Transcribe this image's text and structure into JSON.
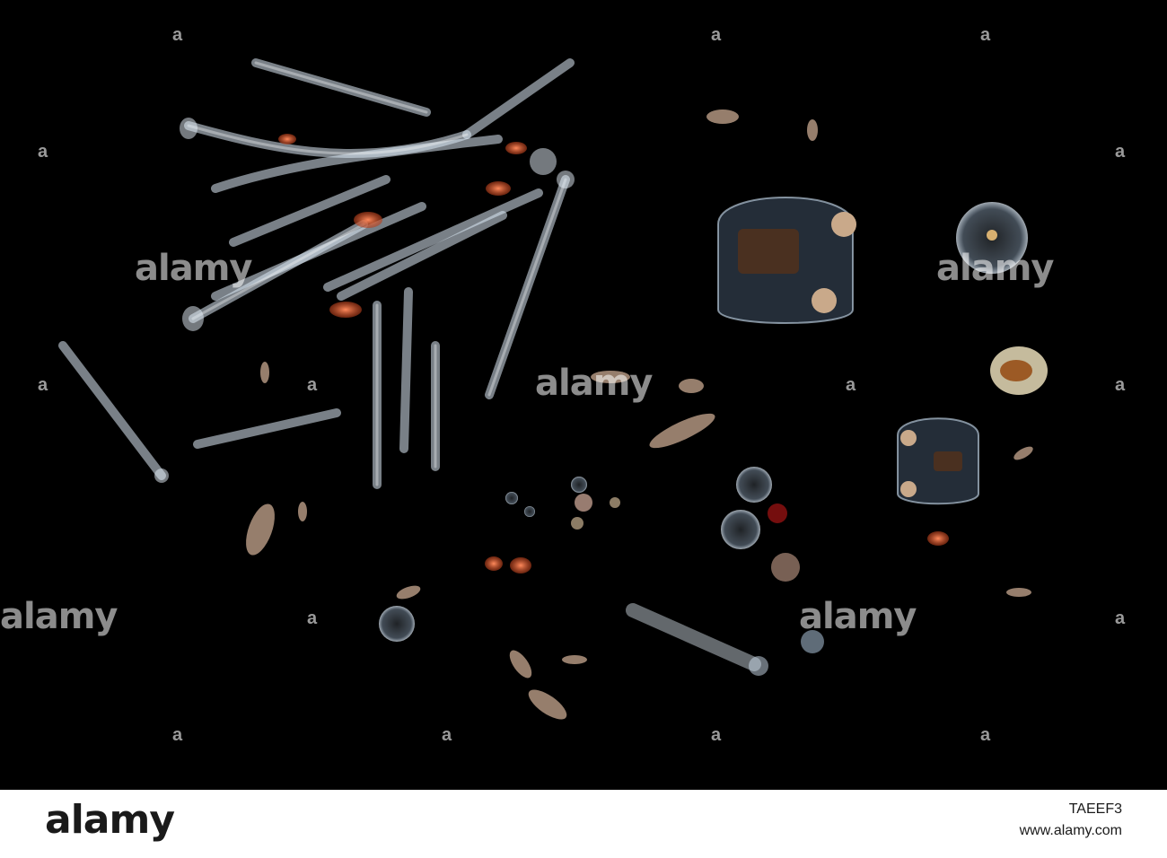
{
  "watermark": {
    "text": "alamy",
    "lock_glyph": "a"
  },
  "footer": {
    "logo": "alamy",
    "image_id": "TAEEF3",
    "site": "www.alamy.com"
  },
  "colors": {
    "background": "#000000",
    "footer_bg": "#ffffff",
    "footer_text": "#1a1a1a"
  }
}
